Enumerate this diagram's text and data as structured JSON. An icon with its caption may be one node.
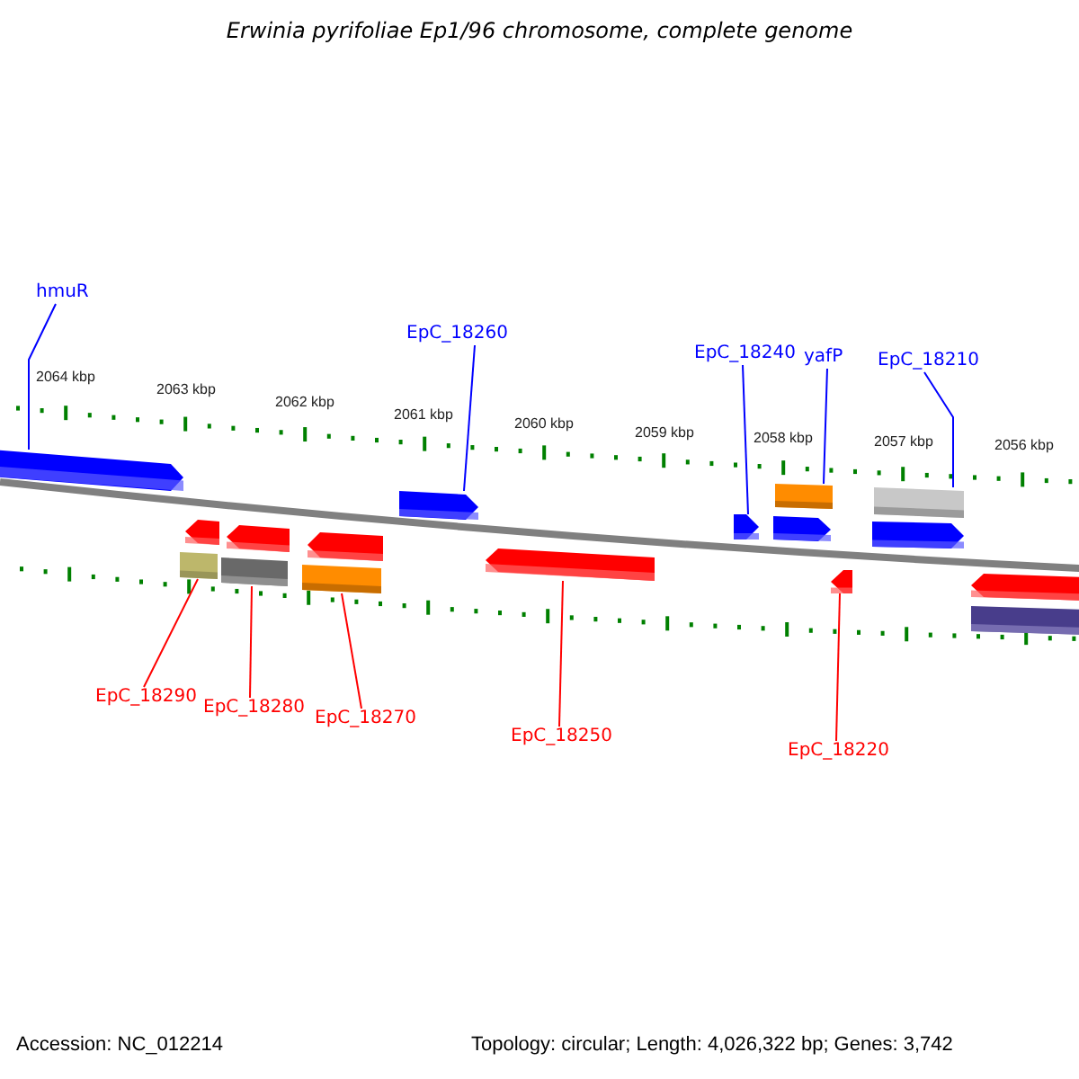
{
  "diagram": {
    "title": "Erwinia pyrifoliae Ep1/96 chromosome, complete genome",
    "nodes": [
      {
        "text": [
          "hmuR"
        ]
      },
      {
        "text": [
          "EpC_18260"
        ]
      },
      {
        "text": [
          "EpC_18240"
        ]
      },
      {
        "text": [
          "yafP"
        ]
      },
      {
        "text": [
          "EpC_18210"
        ]
      },
      {
        "text": [
          "EpC_18290"
        ]
      },
      {
        "text": [
          "EpC_18280"
        ]
      },
      {
        "text": [
          "EpC_18270"
        ]
      },
      {
        "text": [
          "EpC_18250"
        ]
      },
      {
        "text": [
          "EpC_18220"
        ]
      },
      {
        "text": [],
        "shape": "bar"
      },
      {
        "text": [],
        "shape": "bar"
      },
      {
        "text": [],
        "shape": "bar"
      },
      {
        "text": [],
        "shape": "bar"
      },
      {
        "text": [],
        "shape": "bar"
      },
      {
        "text": [],
        "shape": "bar"
      },
      {
        "text": [],
        "shape": "bar"
      },
      {
        "text": [],
        "shape": "bar"
      },
      {
        "text": [],
        "shape": "bar"
      },
      {
        "text": [],
        "shape": "bar"
      },
      {
        "text": [],
        "shape": "bar"
      },
      {
        "text": [],
        "shape": "bar"
      },
      {
        "text": [],
        "shape": "bar"
      },
      {
        "text": [],
        "shape": "bar"
      },
      {
        "text": [],
        "shape": "bar"
      },
      {
        "text": [],
        "shape": "bar"
      },
      {
        "text": [],
        "shape": "bar"
      }
    ],
    "edges": [
      {
        "from": 0,
        "to": 10,
        "arrow": "none"
      },
      {
        "from": 1,
        "to": 11,
        "arrow": "none"
      },
      {
        "from": 2,
        "to": 17,
        "arrow": "none"
      },
      {
        "from": 3,
        "to": 12,
        "arrow": "none"
      },
      {
        "from": 4,
        "to": 13,
        "arrow": "none"
      },
      {
        "from": 5,
        "to": 20,
        "arrow": "none",
        "color": "#ff0000"
      },
      {
        "from": 6,
        "to": 21,
        "arrow": "none",
        "color": "#ff0000"
      },
      {
        "from": 7,
        "to": 22,
        "arrow": "none",
        "color": "#ff0000"
      },
      {
        "from": 8,
        "to": 23,
        "arrow": "none",
        "color": "#ff0000"
      },
      {
        "from": 9,
        "to": 24,
        "arrow": "none",
        "color": "#ff0000"
      }
    ],
    "labels": [
      "2064 kbp",
      "2063 kbp",
      "2062 kbp",
      "2061 kbp",
      "2060 kbp",
      "2059 kbp",
      "2058 kbp",
      "2057 kbp",
      "2056 kbp",
      "Accession: NC_012214",
      "Topology: circular; Length: 4,026,322 bp; Genes: 3,742"
    ]
  }
}
